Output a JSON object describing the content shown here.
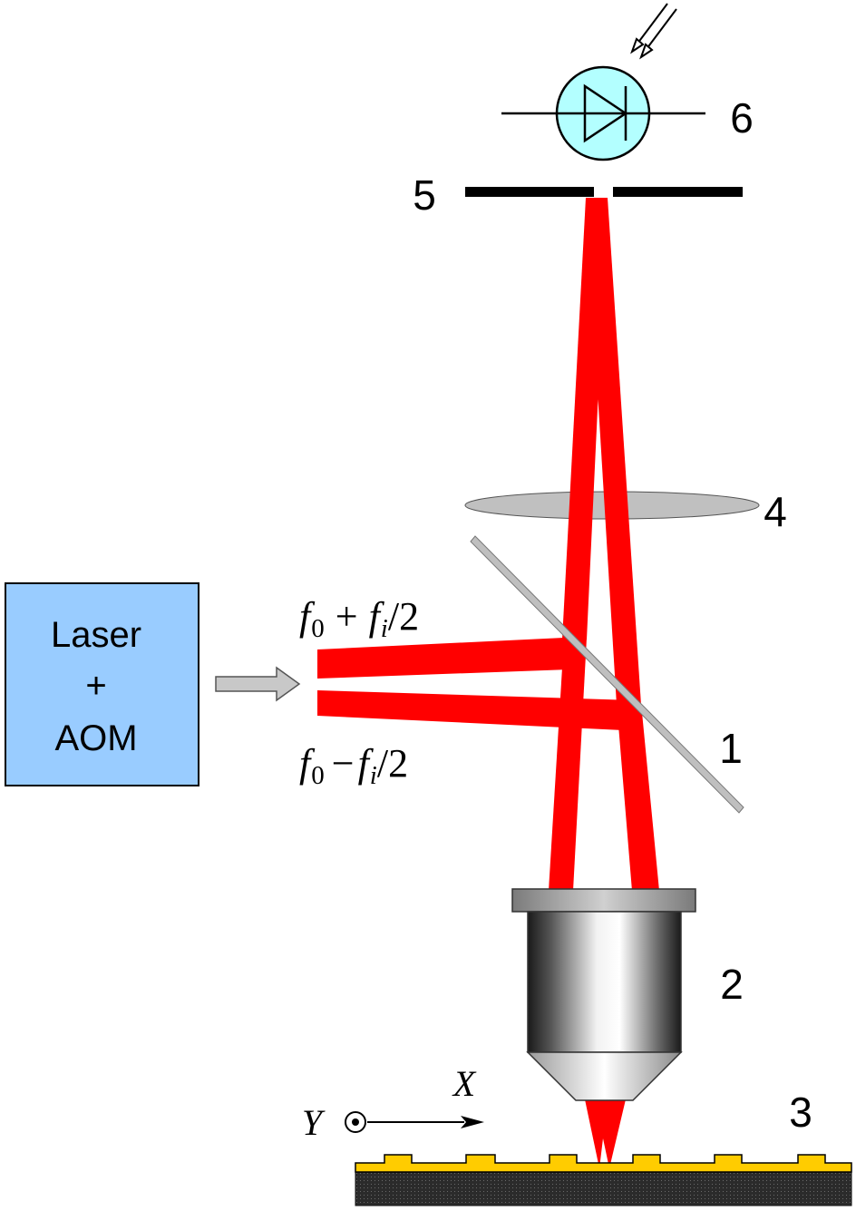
{
  "laser_box": {
    "line1": "Laser",
    "line2": "+",
    "line3": "AOM"
  },
  "beam_labels": {
    "upper": {
      "f": "f",
      "sub0": "0",
      "op": "+",
      "fi": "f",
      "subi": "i",
      "tail": "/2"
    },
    "lower": {
      "f": "f",
      "sub0": "0",
      "op": "−",
      "fi": "f",
      "subi": "i",
      "tail": "/2"
    }
  },
  "component_labels": {
    "beam_splitter": "1",
    "objective": "2",
    "sample": "3",
    "lens": "4",
    "pinhole": "5",
    "photodiode": "6"
  },
  "axes": {
    "x": "X",
    "y": "Y"
  },
  "colors": {
    "beam": "#ff0000",
    "laser_box": "#99ccff",
    "photodiode": "#b3ffff",
    "splitter": "#bfbfbf",
    "lens": "#c0c0c0",
    "gold": "#ffcc00",
    "substrate": "#2a2a2a"
  }
}
